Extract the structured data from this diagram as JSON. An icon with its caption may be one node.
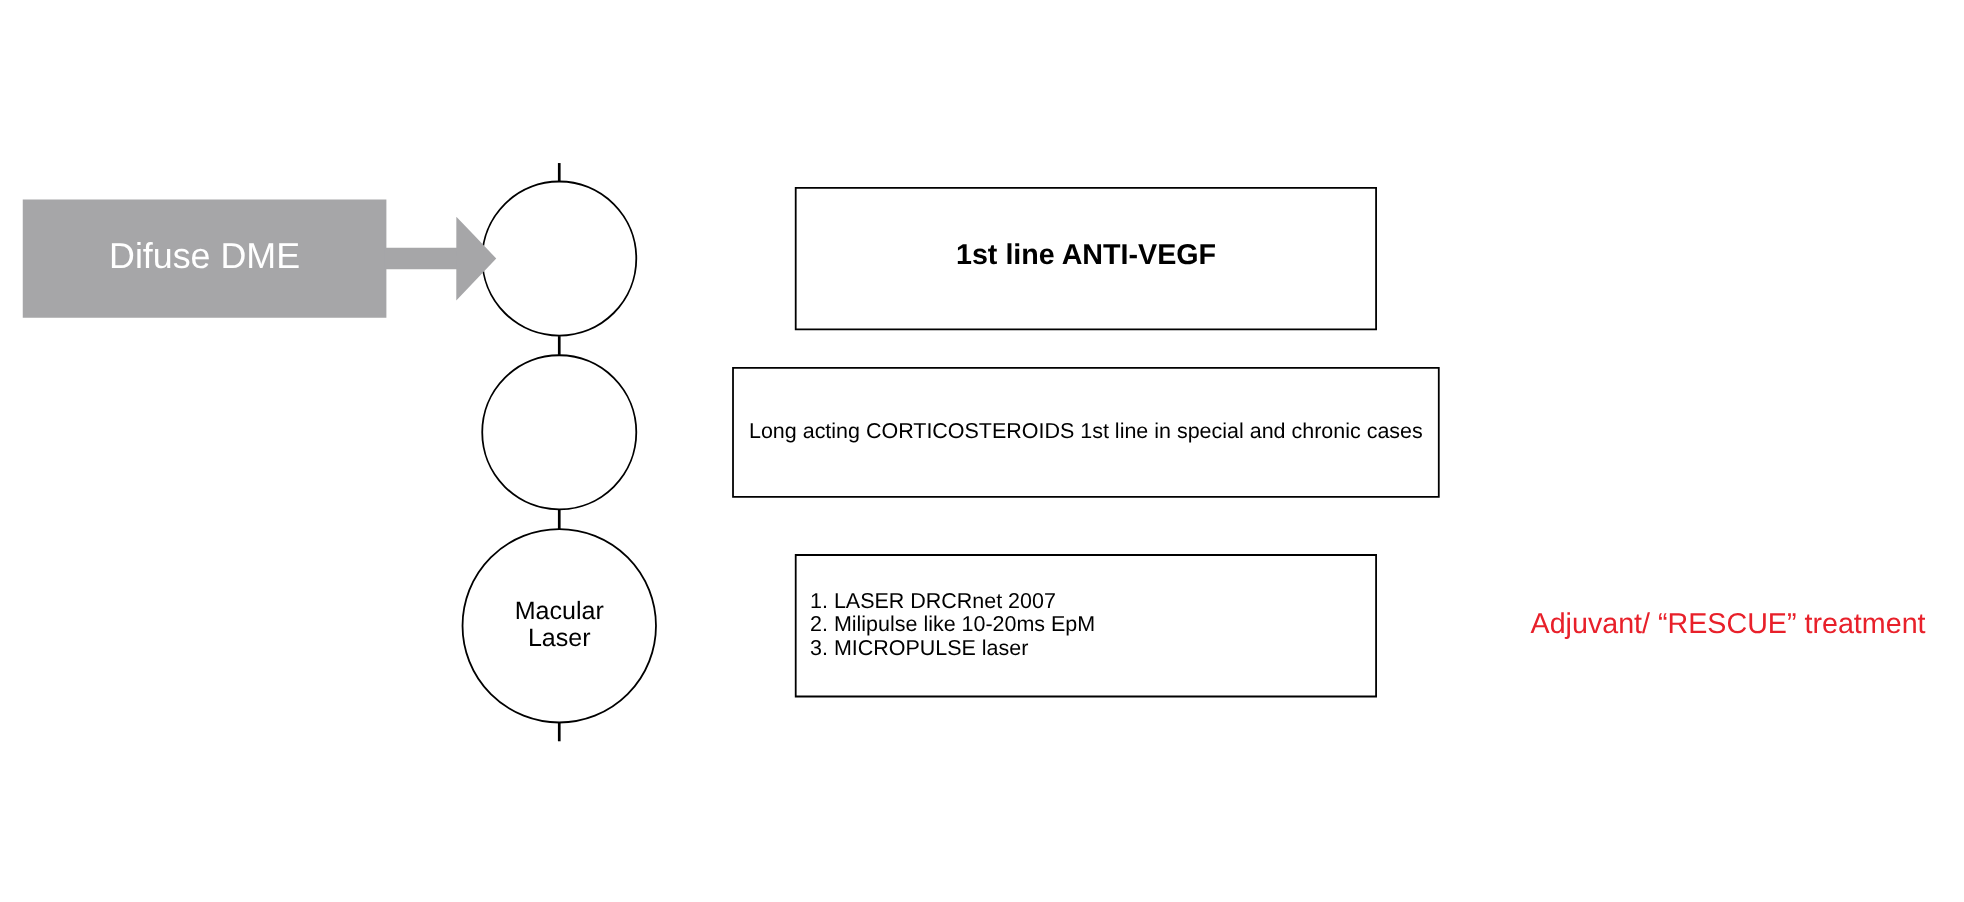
{
  "diagram": {
    "nodes": [
      {
        "text": [
          "Difuse DME"
        ]
      },
      {
        "text": [],
        "shape": "circle"
      },
      {
        "text": [
          "1st line ANTI-VEGF"
        ]
      },
      {
        "text": [],
        "shape": "circle"
      },
      {
        "text": [
          "Long acting CORTICOSTEROIDS 1st line in special and chronic cases"
        ]
      },
      {
        "text": [
          "Macular Laser"
        ]
      },
      {
        "text": [
          "1. LASER DRCRnet 2007",
          "2. Milipulse like 10-20ms EpM",
          "3. MICROPULSE laser"
        ]
      }
    ],
    "edges": [
      {
        "from": 0,
        "to": 1,
        "arrow": "to",
        "style": "thick",
        "color": "#a6a6a8"
      },
      {
        "from": null,
        "to": 1,
        "arrow": "none"
      },
      {
        "from": 1,
        "to": 3,
        "arrow": "none"
      },
      {
        "from": 3,
        "to": 5,
        "arrow": "none"
      },
      {
        "from": 5,
        "to": null,
        "arrow": "none"
      }
    ],
    "labels": [
      "Adjuvant/ “RESCUE” treatment"
    ]
  }
}
